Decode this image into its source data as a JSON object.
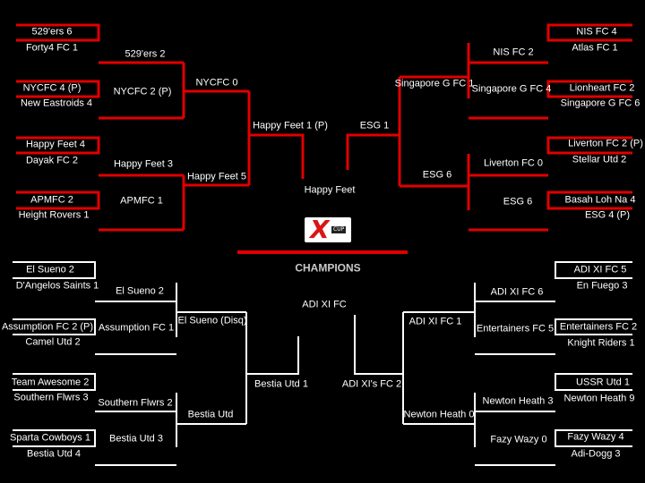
{
  "champions_label": "CHAMPIONS",
  "logo": {
    "letter": "X",
    "word": "CUP"
  },
  "colors": {
    "top_lines": "#e00000",
    "bottom_lines": "#ffffff",
    "text": "#ffffff",
    "background": "#000000"
  },
  "top_left": {
    "r1": [
      "529'ers  6",
      "Forty4 FC  1",
      "NYCFC  4 (P)",
      "New Eastroids 4",
      "Happy Feet  4",
      "Dayak FC  2",
      "APMFC   2",
      "Height Rovers  1"
    ],
    "r2": [
      "529'ers 2",
      "NYCFC  2 (P)",
      "Happy Feet  3",
      "APMFC  1"
    ],
    "r3": [
      "NYCFC  0",
      "Happy Feet 5"
    ],
    "r4": "Happy Feet 1 (P)"
  },
  "top_right": {
    "r1": [
      "NIS FC  4",
      "Atlas FC  1",
      "Lionheart FC  2",
      "Singapore G FC  6",
      "Liverton FC  2 (P)",
      "Stellar Utd  2",
      "Basah Loh Na 4",
      "ESG  4 (P)"
    ],
    "r2": [
      "NIS FC 2",
      "Singapore G FC 4",
      "Liverton FC 0",
      "ESG 6"
    ],
    "r3": [
      "Singapore G FC 1",
      "ESG  6"
    ],
    "r4": "ESG  1"
  },
  "top_final": "Happy Feet",
  "bottom_left": {
    "r1": [
      "El Sueno  2",
      "D'Angelos Saints 1",
      "Assumption FC 2 (P)",
      "Camel Utd  2",
      "Team Awesome 2",
      "Southern Flwrs 3",
      "Sparta Cowboys 1",
      "Bestia Utd  4"
    ],
    "r2": [
      "El Sueno  2",
      "Assumption FC 1",
      "Southern Flwrs  2",
      "Bestia Utd  3"
    ],
    "r3": [
      "El Sueno (Disq)",
      "Bestia Utd"
    ],
    "r4": "Bestia Utd  1"
  },
  "bottom_right": {
    "r1": [
      "ADI XI FC  5",
      "En Fuego 3",
      "Entertainers FC 2",
      "Knight Riders 1",
      "USSR Utd 1",
      "Newton Heath 9",
      "Fazy Wazy 4",
      "Adi-Dogg 3"
    ],
    "r2": [
      "ADI XI FC 6",
      "Entertainers FC 5",
      "Newton Heath 3",
      "Fazy Wazy 0"
    ],
    "r3": [
      "ADI XI FC 1",
      "Newton Heath 0"
    ],
    "r4": "ADI XI's FC 2"
  },
  "bottom_final": "ADI XI FC"
}
